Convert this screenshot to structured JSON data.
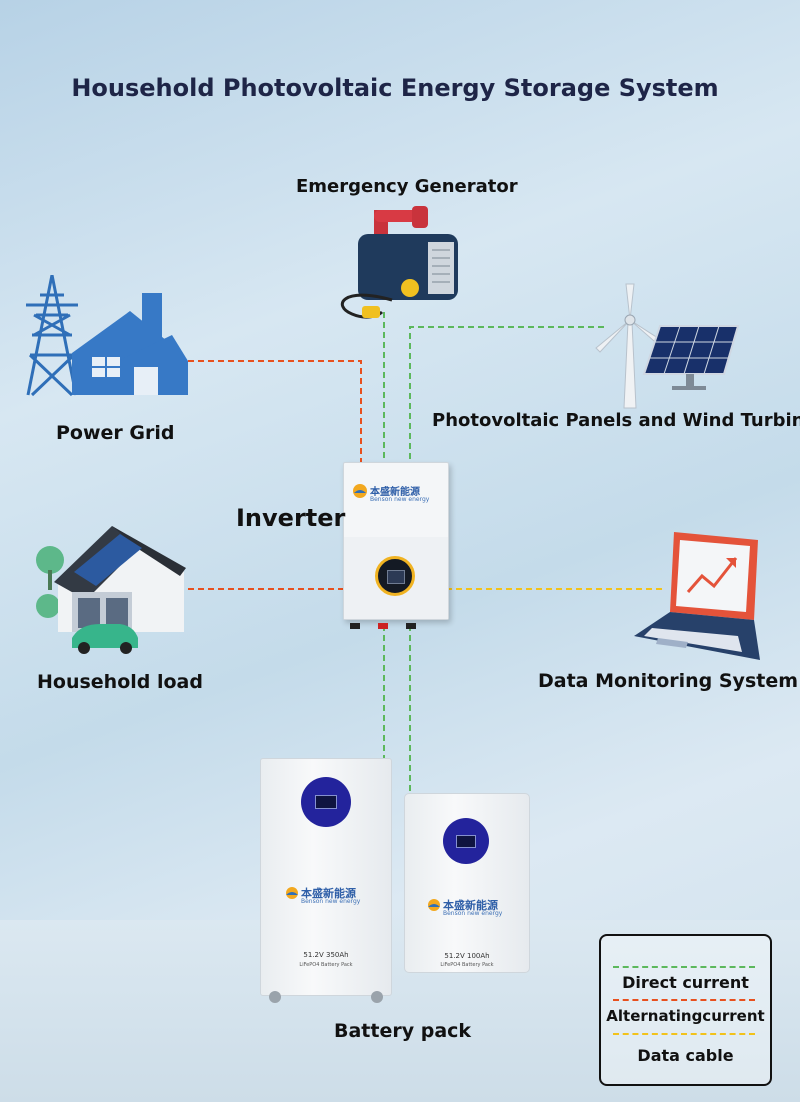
{
  "title": "Household Photovoltaic Energy Storage System",
  "components": {
    "emergency_generator": "Emergency Generator",
    "power_grid": "Power Grid",
    "pv_wind": "Photovoltaic Panels and Wind Turbine",
    "inverter": "Inverter",
    "household_load": "Household load",
    "data_monitoring": "Data Monitoring System",
    "battery_pack": "Battery pack"
  },
  "brand": {
    "cn": "本盛新能源",
    "en": "Benson new energy"
  },
  "batteries": {
    "large_rating": "51.2V 350Ah",
    "small_rating": "51.2V 100Ah",
    "chem": "LiFePO4 Battery Pack"
  },
  "legend": {
    "dc": "Direct current",
    "ac": "Alternatingcurrent",
    "data": "Data cable"
  },
  "colors": {
    "dc": "#5cb85c",
    "ac": "#e8501e",
    "data": "#f2c21a",
    "icon_blue": "#2f6fb8",
    "title": "#1e2547"
  }
}
